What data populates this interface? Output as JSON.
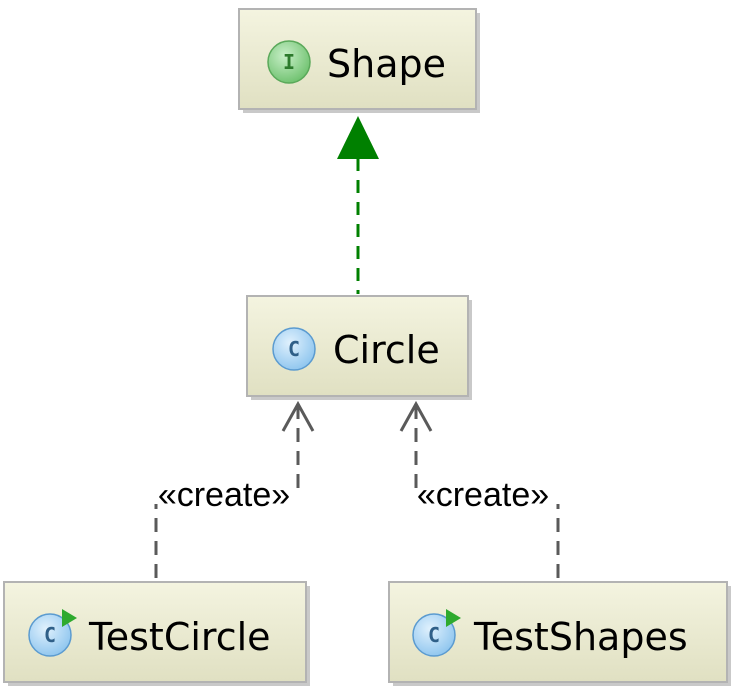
{
  "nodes": {
    "shape": {
      "label": "Shape",
      "kind": "interface",
      "badge": "I"
    },
    "circle": {
      "label": "Circle",
      "kind": "class",
      "badge": "C"
    },
    "test_circle": {
      "label": "TestCircle",
      "kind": "runnable-class",
      "badge": "C"
    },
    "test_shapes": {
      "label": "TestShapes",
      "kind": "runnable-class",
      "badge": "C"
    }
  },
  "edges": {
    "realization": {
      "from": "Circle",
      "to": "Shape",
      "style": "dashed",
      "color": "#008000"
    },
    "create_1": {
      "from": "TestCircle",
      "to": "Circle",
      "stereotype": "«create»"
    },
    "create_2": {
      "from": "TestShapes",
      "to": "Circle",
      "stereotype": "«create»"
    }
  },
  "colors": {
    "node_fill_top": "#f3f3dd",
    "node_fill_bottom": "#e2e2c4",
    "node_border": "#b5b5b5",
    "interface_badge": "#8ad08a",
    "class_badge": "#a8d4f4",
    "realization_line": "#008000",
    "dependency_line": "#555555"
  }
}
